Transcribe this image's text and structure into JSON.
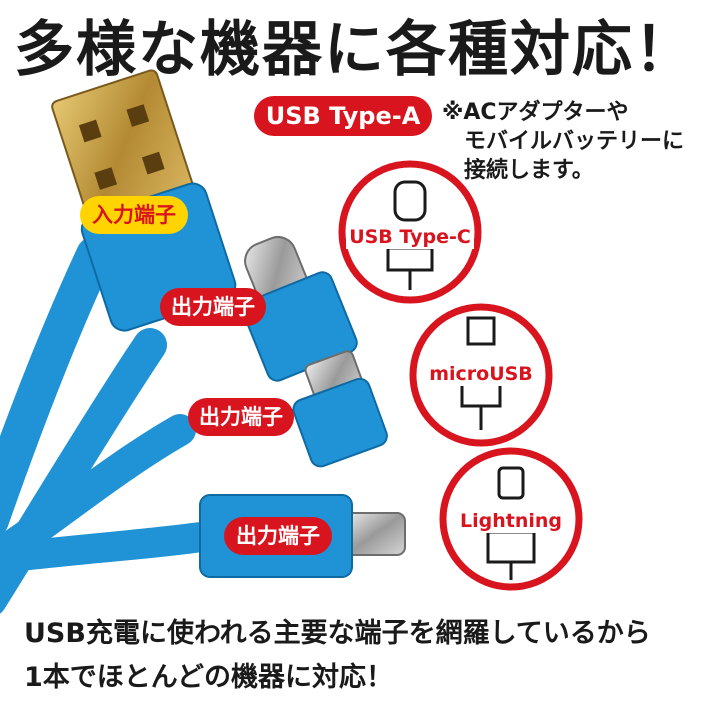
{
  "headline": "多様な機器に各種対応！",
  "usb_a_badge": "USB Type-A",
  "note_lines": [
    "※ACアダプターや",
    "モバイルバッテリーに",
    "接続します。"
  ],
  "input_label": "入力端子",
  "output_label": "出力端子",
  "connectors": [
    {
      "label": "USB Type-C",
      "icon": "usb-type-c-outline-icon"
    },
    {
      "label": "microUSB",
      "icon": "micro-usb-outline-icon"
    },
    {
      "label": "Lightning",
      "icon": "lightning-outline-icon"
    }
  ],
  "bottom_lines": [
    "USB充電に使われる主要な端子を網羅しているから",
    "1本でほとんどの機器に対応！"
  ],
  "colors": {
    "accent_red": "#d8141e",
    "cable_blue": "#1f93d6",
    "badge_yellow": "#ffd400",
    "metal": "#c8a24a"
  }
}
